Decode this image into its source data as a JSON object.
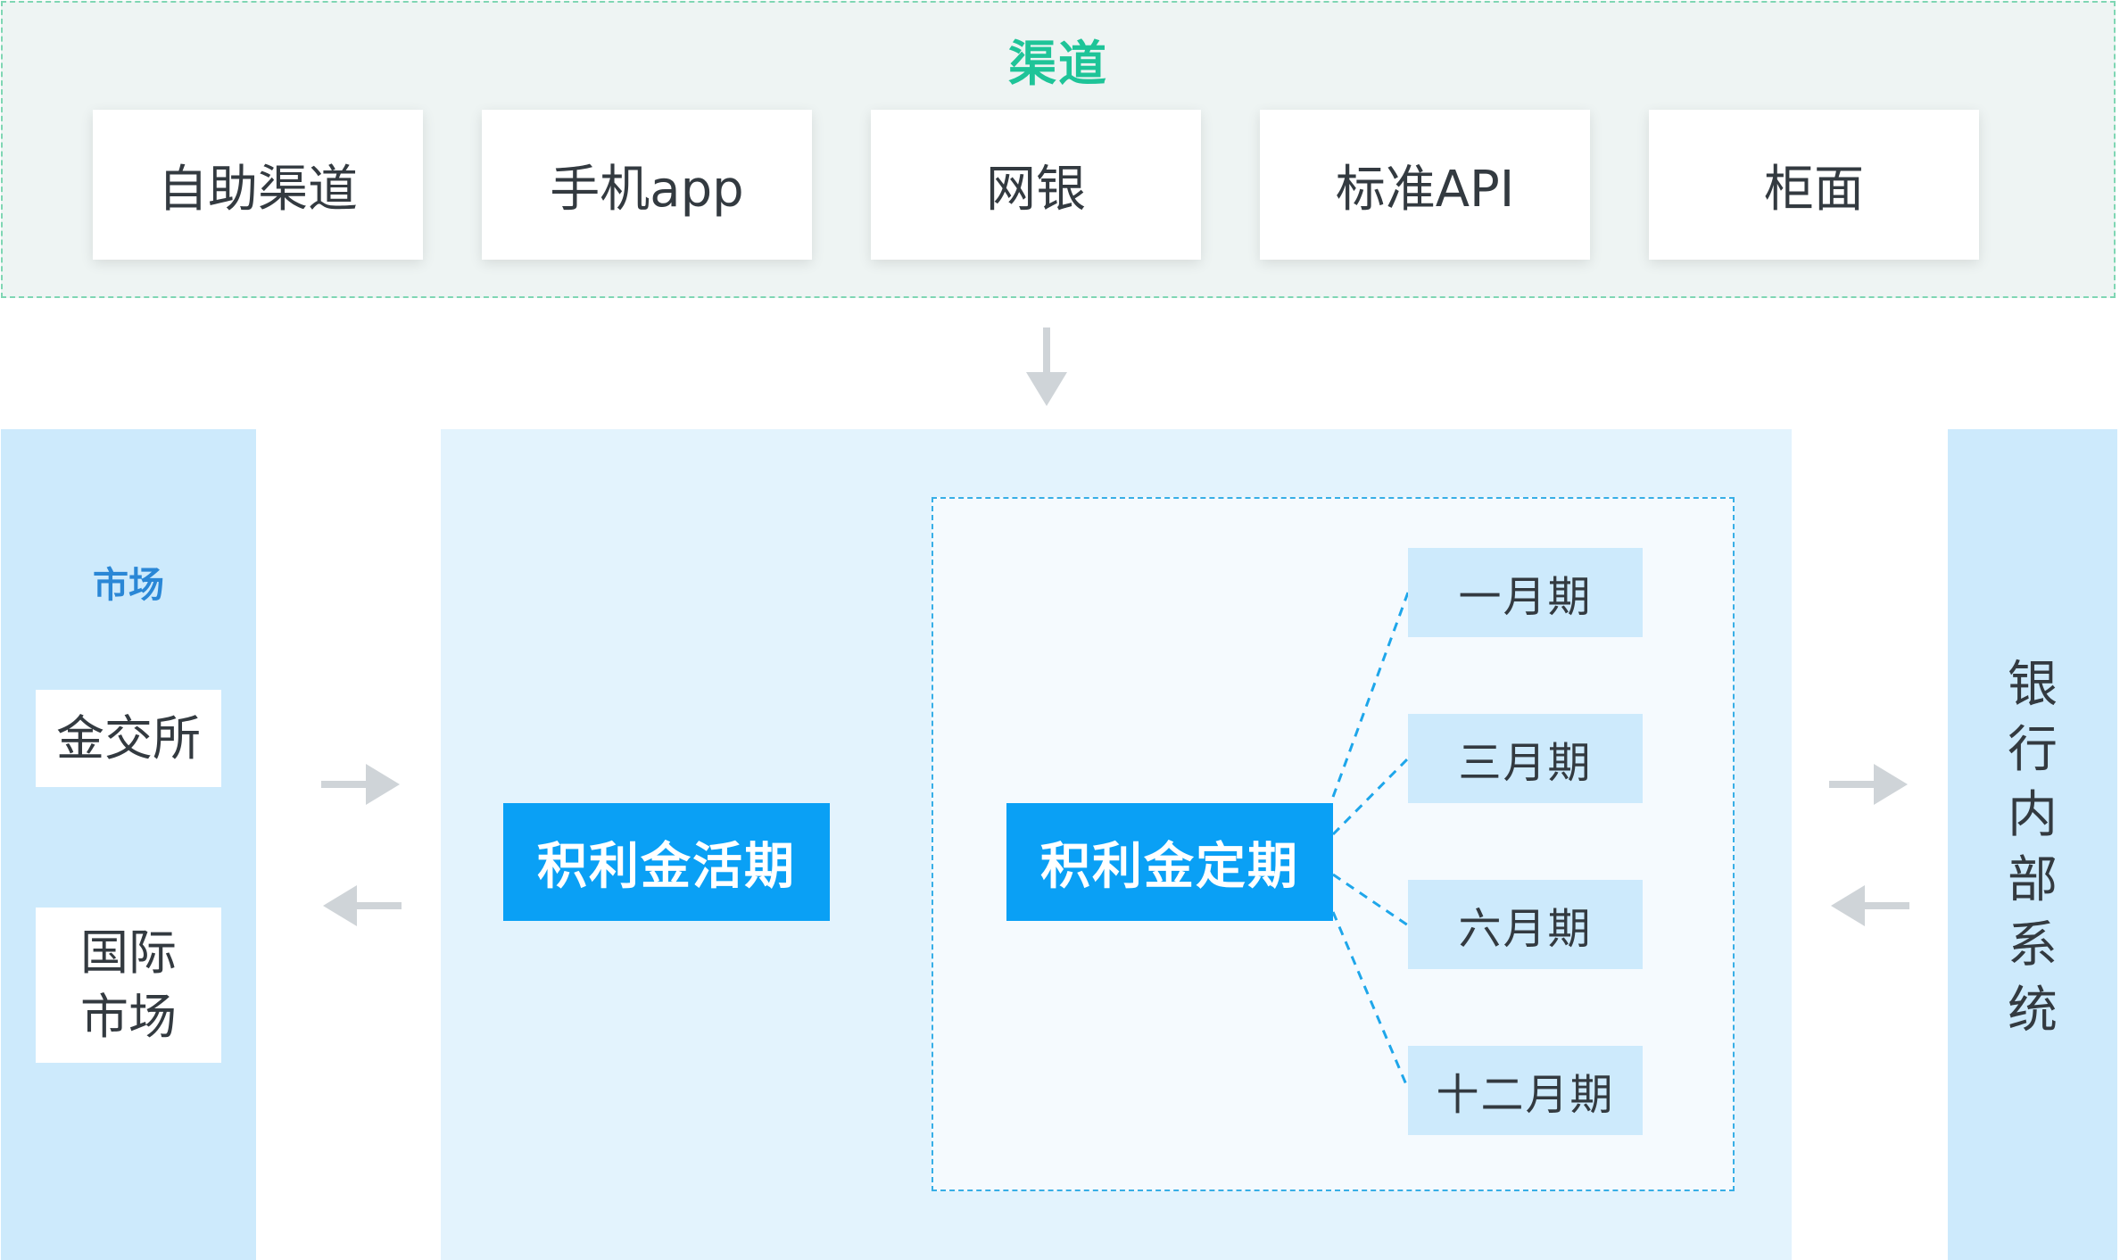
{
  "channels": {
    "title": "渠道",
    "items": [
      "自助渠道",
      "手机app",
      "网银",
      "标准API",
      "柜面"
    ]
  },
  "market": {
    "title": "市场",
    "items": [
      "金交所",
      "国际\n市场"
    ]
  },
  "center": {
    "current_product": "积利金活期",
    "fixed_product": "积利金定期",
    "terms": [
      "一月期",
      "三月期",
      "六月期",
      "十二月期"
    ]
  },
  "bank": {
    "title": "银行内部系统"
  },
  "colors": {
    "channel_accent": "#1ec498",
    "product_blue": "#0aa0f5",
    "panel_light": "#e3f3fd",
    "column_blue": "#cdeafc",
    "market_title": "#2a87d6"
  }
}
